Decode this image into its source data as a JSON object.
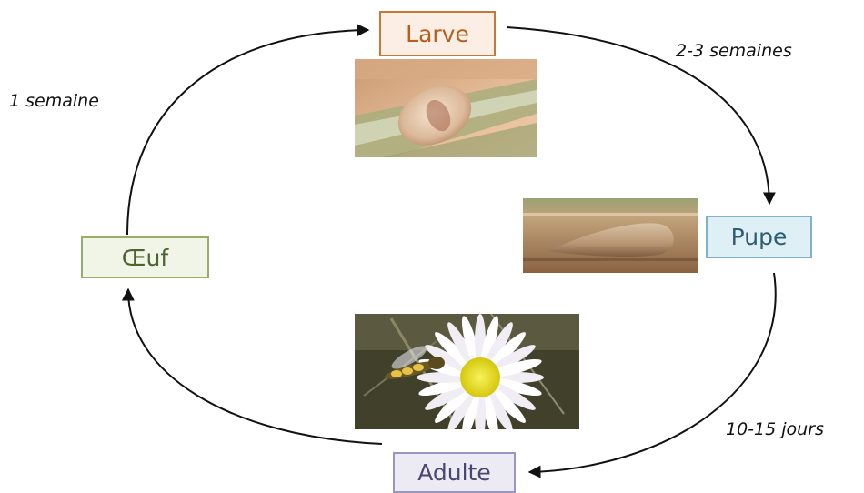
{
  "stages": {
    "larve": "Larve",
    "pupe": "Pupe",
    "oeuf": "Œuf",
    "adulte": "Adulte"
  },
  "durations": {
    "oeuf_to_larve": "1 semaine",
    "larve_to_pupe": "2-3 semaines",
    "pupe_to_adulte": "10-15 jours"
  },
  "colors": {
    "larve": "#c8773a",
    "pupe": "#7fb2c9",
    "oeuf": "#97ad6a",
    "adulte": "#9b96bf"
  },
  "photos": [
    "larva-photo",
    "pupa-photo",
    "adult-hoverfly-on-daisy-photo"
  ]
}
